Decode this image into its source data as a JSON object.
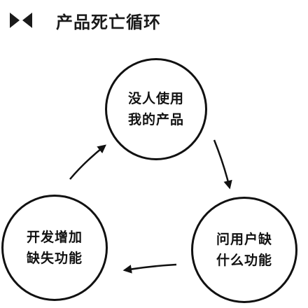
{
  "header": {
    "title": "产品死亡循环",
    "logo_icon": "bowtie-logo-icon"
  },
  "nodes": [
    {
      "id": "node-top",
      "lines": [
        "没人使用",
        "我的产品"
      ]
    },
    {
      "id": "node-right",
      "lines": [
        "问用户缺",
        "什么功能"
      ]
    },
    {
      "id": "node-left",
      "lines": [
        "开发增加",
        "缺失功能"
      ]
    }
  ],
  "colors": {
    "ink": "#111111",
    "background": "#ffffff"
  }
}
